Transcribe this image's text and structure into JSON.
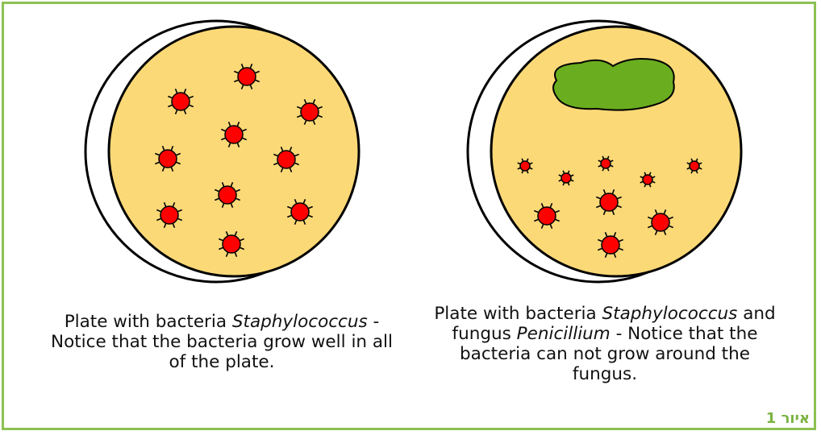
{
  "colors": {
    "frame_border": "#8cc152",
    "agar": "#fcd977",
    "bacteria": "#ff0000",
    "fungus": "#6aad1f",
    "figure_label": "#7cb342"
  },
  "left_plate": {
    "caption_line1_prefix": "Plate with bacteria ",
    "caption_line1_species": "Staphylococcus",
    "caption_line1_suffix": " -",
    "caption_line2": "Notice that the bacteria grow well in all",
    "caption_line3": "of the plate."
  },
  "right_plate": {
    "caption_line1_prefix": "Plate with bacteria ",
    "caption_line1_species": "Staphylococcus",
    "caption_line1_suffix": " and",
    "caption_line2_prefix": "fungus ",
    "caption_line2_species": "Penicillium",
    "caption_line2_suffix": " - Notice that the",
    "caption_line3": "bacteria can not grow around the",
    "caption_line4": "fungus."
  },
  "figure_label": "איור 1"
}
